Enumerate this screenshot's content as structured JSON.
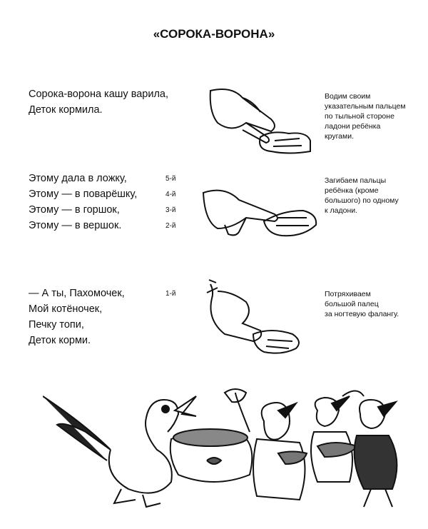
{
  "title": "«СОРОКА-ВОРОНА»",
  "stanzas": [
    {
      "lines": [
        {
          "text": "Сорока-ворона кашу варила,",
          "finger": ""
        },
        {
          "text": "Деток кормила.",
          "finger": ""
        }
      ],
      "note": [
        "Водим своим",
        "указательным пальцем",
        "по тыльной стороне",
        "ладони ребёнка",
        "кругами."
      ]
    },
    {
      "lines": [
        {
          "text": "Этому дала в ложку,",
          "finger": "5-й"
        },
        {
          "text": "Этому — в поварёшку,",
          "finger": "4-й"
        },
        {
          "text": "Этому — в горшок,",
          "finger": "3-й"
        },
        {
          "text": "Этому — в вершок.",
          "finger": "2-й"
        }
      ],
      "note": [
        "Загибаем пальцы",
        "ребёнка (кроме",
        "большого) по одному",
        "к ладони."
      ]
    },
    {
      "lines": [
        {
          "text": "— А ты, Пахомочек,",
          "finger": "1-й"
        },
        {
          "text": "Мой котёночек,",
          "finger": ""
        },
        {
          "text": "Печку топи,",
          "finger": ""
        },
        {
          "text": "Деток корми.",
          "finger": ""
        }
      ],
      "note": [
        "Потряхиваем",
        "большой палец",
        "за ногтевую фалангу."
      ]
    }
  ]
}
